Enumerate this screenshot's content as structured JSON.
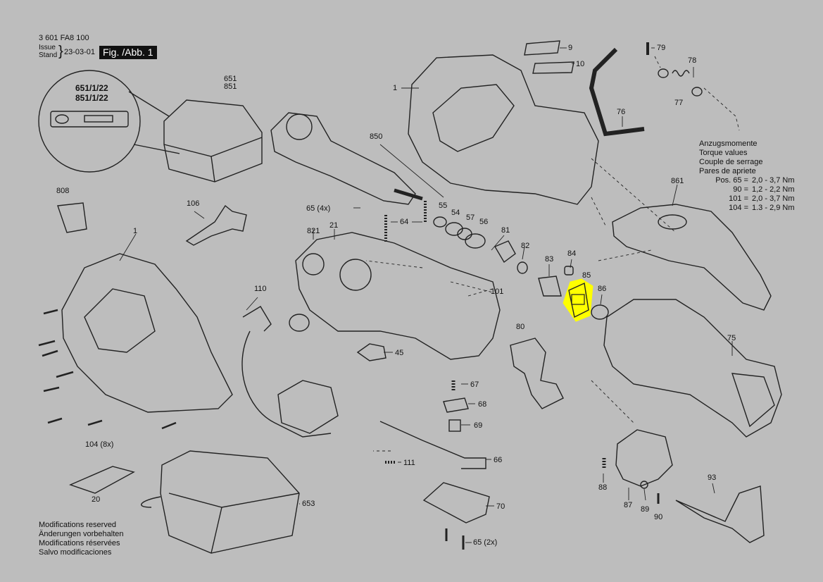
{
  "header": {
    "doc_number": "3 601 FA8 100",
    "issue_en": "Issue",
    "issue_de": "Stand",
    "issue_date": "23-03-01",
    "figure_label": "Fig. /Abb. 1"
  },
  "battery_inset": {
    "line1": "651/1/22",
    "line2": "851/1/22"
  },
  "torque": {
    "title_de": "Anzugsmomente",
    "title_en": "Torque values",
    "title_fr": "Couple de serrage",
    "title_es": "Pares de apriete",
    "rows": [
      {
        "pos": "Pos.  65 =",
        "value": "2,0 - 3,7 Nm"
      },
      {
        "pos": "90 =",
        "value": "1,2 - 2,2 Nm"
      },
      {
        "pos": "101 =",
        "value": "2,0 - 3,7 Nm"
      },
      {
        "pos": "104 =",
        "value": "1.3 - 2,9 Nm"
      }
    ]
  },
  "footer": {
    "en": "Modifications reserved",
    "de": "Änderungen vorbehalten",
    "fr": "Modifications réservées",
    "es": "Salvo modificaciones"
  },
  "highlighted_part": "85",
  "parts": {
    "p1a": "1",
    "p1b": "1",
    "p9": "9",
    "p10": "10",
    "p79": "79",
    "p78": "78",
    "p77": "77",
    "p76": "76",
    "p651": "651",
    "p851": "851",
    "p850": "850",
    "p808": "808",
    "p106": "106",
    "p65": "65 (4x)",
    "p55": "55",
    "p54": "54",
    "p57": "57",
    "p56": "56",
    "p64": "64",
    "p821": "821",
    "p21": "21",
    "p81": "81",
    "p82": "82",
    "p83": "83",
    "p84": "84",
    "p85": "85",
    "p86": "86",
    "p861": "861",
    "p101": "101",
    "p110": "110",
    "p45": "45",
    "p80": "80",
    "p75": "75",
    "p67": "67",
    "p68": "68",
    "p69": "69",
    "p104": "104 (8x)",
    "p111": "111",
    "p66": "66",
    "p20": "20",
    "p653": "653",
    "p70": "70",
    "p65b": "65 (2x)",
    "p88": "88",
    "p87": "87",
    "p89": "89",
    "p90": "90",
    "p93": "93"
  },
  "colors": {
    "background": "#bdbdbd",
    "highlight": "#ffff00",
    "ink": "#111111"
  }
}
